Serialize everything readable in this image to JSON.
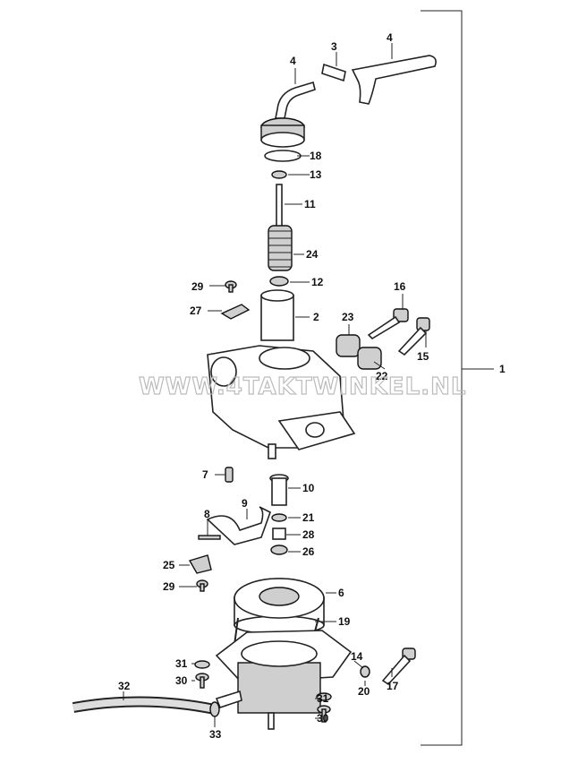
{
  "watermark": "WWW.4TAKTWINKEL.NL",
  "labels": [
    "4",
    "3",
    "4",
    "18",
    "13",
    "11",
    "24",
    "29",
    "12",
    "27",
    "2",
    "16",
    "23",
    "15",
    "22",
    "1",
    "7",
    "10",
    "8",
    "9",
    "21",
    "28",
    "26",
    "25",
    "6",
    "29",
    "19",
    "14",
    "31",
    "30",
    "20",
    "17",
    "32",
    "31",
    "30",
    "33"
  ]
}
